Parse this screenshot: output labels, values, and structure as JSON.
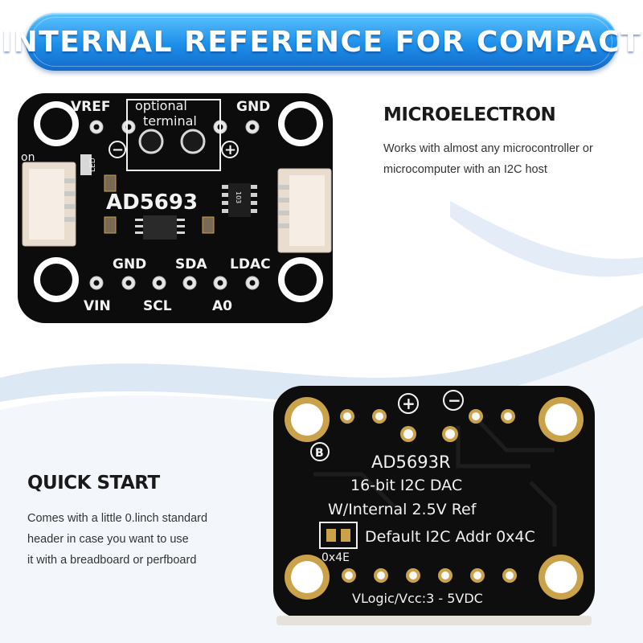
{
  "banner": {
    "title": "INTERNAL REFERENCE FOR COMPACT"
  },
  "section1": {
    "heading": "MICROELECTRON",
    "lines": [
      "Works with almost any microcontroller or",
      "microcomputer with an I2C host"
    ]
  },
  "section2": {
    "heading": "QUICK START",
    "lines": [
      "Comes with a little 0.linch standard",
      "header in case you want to use",
      "it with a breadboard or perfboard"
    ]
  },
  "board_front": {
    "top_labels": {
      "vref": "VREF",
      "optional": "optional",
      "terminal": "terminal",
      "gnd": "GND",
      "minus": "−",
      "plus": "+"
    },
    "on_label": "on",
    "led_label": "LED",
    "chip_name": "AD5693",
    "resistor_code": "103",
    "bottom_row1": {
      "gnd": "GND",
      "sda": "SDA",
      "ldac": "LDAC"
    },
    "bottom_row2": {
      "vin": "VIN",
      "scl": "SCL",
      "a0": "A0"
    }
  },
  "board_back": {
    "plus": "+",
    "minus": "−",
    "b_mark": "B",
    "part": "AD5693R",
    "desc": "16-bit  I2C DAC",
    "ref": "W/Internal 2.5V Ref",
    "addr": "Default I2C Addr 0x4C",
    "jumper": "0x4E",
    "vlogic": "VLogic/Vcc:3 - 5VDC"
  },
  "colors": {
    "banner_top": "#5fc3ff",
    "banner_bottom": "#1469c9",
    "pcb": "#0c0c0c",
    "gold": "#c9a24a",
    "swoosh": "#d8e6f6"
  }
}
